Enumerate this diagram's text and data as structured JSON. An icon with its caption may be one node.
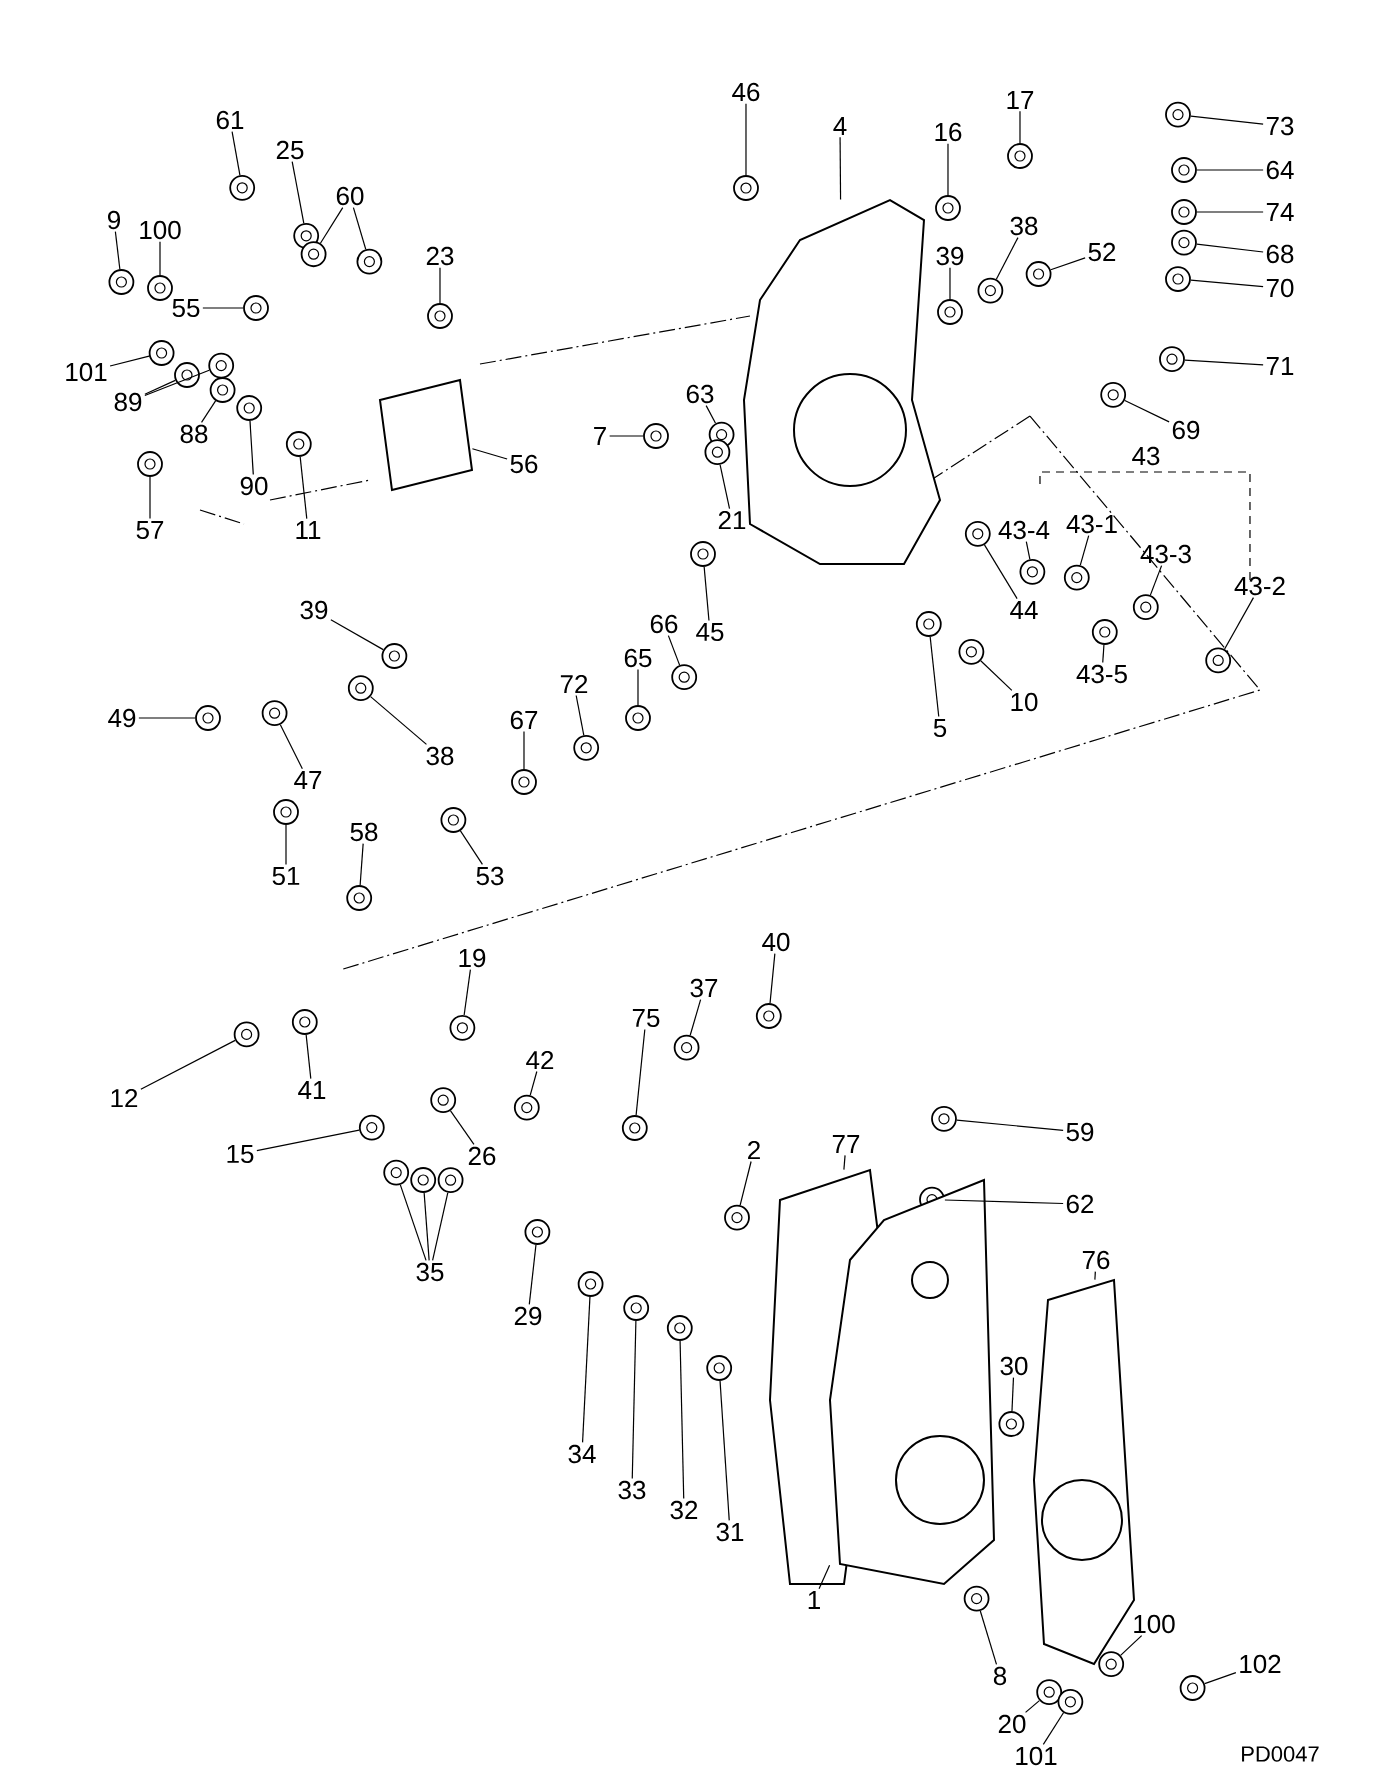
{
  "diagram": {
    "nodes": [
      {
        "text": [
          "61"
        ]
      },
      {
        "text": [
          "25"
        ]
      },
      {
        "text": [
          "60"
        ]
      },
      {
        "text": [
          "23"
        ]
      },
      {
        "text": [
          "9"
        ]
      },
      {
        "text": [
          "100"
        ]
      },
      {
        "text": [
          "55"
        ]
      },
      {
        "text": [
          "101"
        ]
      },
      {
        "text": [
          "89"
        ]
      },
      {
        "text": [
          "88"
        ]
      },
      {
        "text": [
          "90"
        ]
      },
      {
        "text": [
          "11"
        ]
      },
      {
        "text": [
          "57"
        ]
      },
      {
        "text": [
          "56"
        ]
      },
      {
        "text": [
          "46"
        ]
      },
      {
        "text": [
          "4"
        ]
      },
      {
        "text": [
          "16"
        ]
      },
      {
        "text": [
          "17"
        ]
      },
      {
        "text": [
          "38"
        ]
      },
      {
        "text": [
          "39"
        ]
      },
      {
        "text": [
          "52"
        ]
      },
      {
        "text": [
          "73"
        ]
      },
      {
        "text": [
          "64"
        ]
      },
      {
        "text": [
          "74"
        ]
      },
      {
        "text": [
          "68"
        ]
      },
      {
        "text": [
          "70"
        ]
      },
      {
        "text": [
          "71"
        ]
      },
      {
        "text": [
          "69"
        ]
      },
      {
        "text": [
          "43"
        ]
      },
      {
        "text": [
          "43-4"
        ]
      },
      {
        "text": [
          "43-1"
        ]
      },
      {
        "text": [
          "43-3"
        ]
      },
      {
        "text": [
          "43-2"
        ]
      },
      {
        "text": [
          "43-5"
        ]
      },
      {
        "text": [
          "7"
        ]
      },
      {
        "text": [
          "63"
        ]
      },
      {
        "text": [
          "21"
        ]
      },
      {
        "text": [
          "45"
        ]
      },
      {
        "text": [
          "44"
        ]
      },
      {
        "text": [
          "10"
        ]
      },
      {
        "text": [
          "5"
        ]
      },
      {
        "text": [
          "39"
        ]
      },
      {
        "text": [
          "38"
        ]
      },
      {
        "text": [
          "49"
        ]
      },
      {
        "text": [
          "47"
        ]
      },
      {
        "text": [
          "51"
        ]
      },
      {
        "text": [
          "66"
        ]
      },
      {
        "text": [
          "65"
        ]
      },
      {
        "text": [
          "72"
        ]
      },
      {
        "text": [
          "67"
        ]
      },
      {
        "text": [
          "53"
        ]
      },
      {
        "text": [
          "58"
        ]
      },
      {
        "text": [
          "40"
        ]
      },
      {
        "text": [
          "37"
        ]
      },
      {
        "text": [
          "75"
        ]
      },
      {
        "text": [
          "19"
        ]
      },
      {
        "text": [
          "42"
        ]
      },
      {
        "text": [
          "12"
        ]
      },
      {
        "text": [
          "41"
        ]
      },
      {
        "text": [
          "15"
        ]
      },
      {
        "text": [
          "26"
        ]
      },
      {
        "text": [
          "35"
        ]
      },
      {
        "text": [
          "29"
        ]
      },
      {
        "text": [
          "34"
        ]
      },
      {
        "text": [
          "33"
        ]
      },
      {
        "text": [
          "32"
        ]
      },
      {
        "text": [
          "31"
        ]
      },
      {
        "text": [
          "2"
        ]
      },
      {
        "text": [
          "59"
        ]
      },
      {
        "text": [
          "62"
        ]
      },
      {
        "text": [
          "77"
        ]
      },
      {
        "text": [
          "76"
        ]
      },
      {
        "text": [
          "30"
        ]
      },
      {
        "text": [
          "1"
        ]
      },
      {
        "text": [
          "8"
        ]
      },
      {
        "text": [
          "20"
        ]
      },
      {
        "text": [
          "101"
        ]
      },
      {
        "text": [
          "100"
        ]
      },
      {
        "text": [
          "102"
        ]
      },
      {
        "text": [],
        "shape": "picture"
      },
      {
        "text": [],
        "shape": "picture"
      },
      {
        "text": [],
        "shape": "picture"
      },
      {
        "text": [],
        "shape": "picture"
      },
      {
        "text": [],
        "shape": "picture"
      },
      {
        "text": [],
        "shape": "picture"
      },
      {
        "text": [],
        "shape": "picture"
      },
      {
        "text": [],
        "shape": "picture"
      },
      {
        "text": [],
        "shape": "picture"
      },
      {
        "text": [],
        "shape": "picture"
      },
      {
        "text": [],
        "shape": "picture"
      },
      {
        "text": [],
        "shape": "picture"
      },
      {
        "text": [],
        "shape": "picture"
      },
      {
        "text": [],
        "shape": "picture"
      },
      {
        "text": [],
        "shape": "picture"
      },
      {
        "text": [],
        "shape": "picture"
      },
      {
        "text": [],
        "shape": "picture"
      },
      {
        "text": [],
        "shape": "picture"
      },
      {
        "text": [],
        "shape": "picture"
      },
      {
        "text": [],
        "shape": "picture"
      },
      {
        "text": [],
        "shape": "picture"
      },
      {
        "text": [],
        "shape": "picture"
      },
      {
        "text": [],
        "shape": "picture"
      },
      {
        "text": [],
        "shape": "picture"
      },
      {
        "text": [],
        "shape": "picture"
      },
      {
        "text": [],
        "shape": "picture"
      },
      {
        "text": [],
        "shape": "picture"
      },
      {
        "text": [],
        "shape": "picture"
      },
      {
        "text": [],
        "shape": "picture"
      },
      {
        "text": [],
        "shape": "picture"
      },
      {
        "text": [],
        "shape": "picture"
      },
      {
        "text": [],
        "shape": "picture"
      },
      {
        "text": [],
        "shape": "picture"
      },
      {
        "text": [],
        "shape": "picture"
      },
      {
        "text": [],
        "shape": "picture"
      },
      {
        "text": [],
        "shape": "picture"
      },
      {
        "text": [],
        "shape": "picture"
      },
      {
        "text": [],
        "shape": "picture"
      },
      {
        "text": [],
        "shape": "picture"
      },
      {
        "text": [],
        "shape": "picture"
      },
      {
        "text": [],
        "shape": "picture"
      },
      {
        "text": [],
        "shape": "picture"
      },
      {
        "text": [],
        "shape": "picture"
      },
      {
        "text": [],
        "shape": "picture"
      },
      {
        "text": [],
        "shape": "picture"
      },
      {
        "text": [],
        "shape": "picture"
      },
      {
        "text": [],
        "shape": "picture"
      },
      {
        "text": [],
        "shape": "picture"
      },
      {
        "text": [],
        "shape": "picture"
      },
      {
        "text": [],
        "shape": "picture"
      },
      {
        "text": [],
        "shape": "picture"
      },
      {
        "text": [],
        "shape": "picture"
      },
      {
        "text": [],
        "shape": "picture"
      },
      {
        "text": [],
        "shape": "picture"
      },
      {
        "text": [],
        "shape": "picture"
      },
      {
        "text": [],
        "shape": "picture"
      },
      {
        "text": [],
        "shape": "picture"
      },
      {
        "text": [],
        "shape": "picture"
      },
      {
        "text": [],
        "shape": "picture"
      },
      {
        "text": [],
        "shape": "picture"
      },
      {
        "text": [],
        "shape": "picture"
      },
      {
        "text": [],
        "shape": "picture"
      },
      {
        "text": [],
        "shape": "picture"
      },
      {
        "text": [],
        "shape": "picture"
      },
      {
        "text": [],
        "shape": "picture"
      },
      {
        "text": [],
        "shape": "picture"
      },
      {
        "text": [],
        "shape": "picture"
      },
      {
        "text": [],
        "shape": "picture"
      },
      {
        "text": [],
        "shape": "picture"
      },
      {
        "text": [],
        "shape": "picture"
      },
      {
        "text": [],
        "shape": "picture"
      },
      {
        "text": [],
        "shape": "picture"
      },
      {
        "text": [],
        "shape": "picture"
      },
      {
        "text": [],
        "shape": "picture"
      },
      {
        "text": [],
        "shape": "picture"
      },
      {
        "text": [],
        "shape": "picture"
      },
      {
        "text": [],
        "shape": "picture"
      },
      {
        "text": [],
        "shape": "picture"
      },
      {
        "text": [],
        "shape": "picture"
      },
      {
        "text": [],
        "shape": "picture"
      },
      {
        "text": [],
        "shape": "picture"
      },
      {
        "text": [],
        "shape": "picture"
      }
    ],
    "edges": [
      {
        "from": 0,
        "to": 79,
        "arrow": "none"
      },
      {
        "from": 1,
        "to": 80,
        "arrow": "none"
      },
      {
        "from": 2,
        "to": 81,
        "arrow": "none"
      },
      {
        "from": 2,
        "to": 82,
        "arrow": "none"
      },
      {
        "from": 3,
        "to": 83,
        "arrow": "none"
      },
      {
        "from": 4,
        "to": 84,
        "arrow": "none"
      },
      {
        "from": 5,
        "to": 85,
        "arrow": "none"
      },
      {
        "from": 6,
        "to": 86,
        "arrow": "none"
      },
      {
        "from": 7,
        "to": 87,
        "arrow": "none"
      },
      {
        "from": 8,
        "to": 88,
        "arrow": "none"
      },
      {
        "from": 8,
        "to": 89,
        "arrow": "none"
      },
      {
        "from": 9,
        "to": 90,
        "arrow": "none"
      },
      {
        "from": 10,
        "to": 91,
        "arrow": "none"
      },
      {
        "from": 11,
        "to": 92,
        "arrow": "none"
      },
      {
        "from": 12,
        "to": 93,
        "arrow": "none"
      },
      {
        "from": 13,
        "to": 94,
        "arrow": "none"
      },
      {
        "from": 14,
        "to": 95,
        "arrow": "none"
      },
      {
        "from": 15,
        "to": 96,
        "arrow": "none"
      },
      {
        "from": 16,
        "to": 97,
        "arrow": "none"
      },
      {
        "from": 17,
        "to": 98,
        "arrow": "none"
      },
      {
        "from": 18,
        "to": 99,
        "arrow": "none"
      },
      {
        "from": 19,
        "to": 100,
        "arrow": "none"
      },
      {
        "from": 20,
        "to": 101,
        "arrow": "none"
      },
      {
        "from": 21,
        "to": 102,
        "arrow": "none"
      },
      {
        "from": 22,
        "to": 103,
        "arrow": "none"
      },
      {
        "from": 23,
        "to": 104,
        "arrow": "none"
      },
      {
        "from": 24,
        "to": 105,
        "arrow": "none"
      },
      {
        "from": 25,
        "to": 106,
        "arrow": "none"
      },
      {
        "from": 26,
        "to": 107,
        "arrow": "none"
      },
      {
        "from": 27,
        "to": 108,
        "arrow": "none"
      },
      {
        "from": 29,
        "to": 109,
        "arrow": "none"
      },
      {
        "from": 30,
        "to": 110,
        "arrow": "none"
      },
      {
        "from": 31,
        "to": 111,
        "arrow": "none"
      },
      {
        "from": 32,
        "to": 112,
        "arrow": "none"
      },
      {
        "from": 33,
        "to": 113,
        "arrow": "none"
      },
      {
        "from": 34,
        "to": 114,
        "arrow": "none"
      },
      {
        "from": 35,
        "to": 115,
        "arrow": "none"
      },
      {
        "from": 36,
        "to": 116,
        "arrow": "none"
      },
      {
        "from": 37,
        "to": 117,
        "arrow": "none"
      },
      {
        "from": 38,
        "to": 118,
        "arrow": "none"
      },
      {
        "from": 39,
        "to": 119,
        "arrow": "none"
      },
      {
        "from": 40,
        "to": 120,
        "arrow": "none"
      },
      {
        "from": 41,
        "to": 121,
        "arrow": "none"
      },
      {
        "from": 42,
        "to": 122,
        "arrow": "none"
      },
      {
        "from": 43,
        "to": 123,
        "arrow": "none"
      },
      {
        "from": 44,
        "to": 124,
        "arrow": "none"
      },
      {
        "from": 45,
        "to": 125,
        "arrow": "none"
      },
      {
        "from": 46,
        "to": 126,
        "arrow": "none"
      },
      {
        "from": 47,
        "to": 127,
        "arrow": "none"
      },
      {
        "from": 48,
        "to": 128,
        "arrow": "none"
      },
      {
        "from": 49,
        "to": 129,
        "arrow": "none"
      },
      {
        "from": 50,
        "to": 130,
        "arrow": "none"
      },
      {
        "from": 51,
        "to": 131,
        "arrow": "none"
      },
      {
        "from": 52,
        "to": 132,
        "arrow": "none"
      },
      {
        "from": 53,
        "to": 133,
        "arrow": "none"
      },
      {
        "from": 54,
        "to": 134,
        "arrow": "none"
      },
      {
        "from": 55,
        "to": 135,
        "arrow": "none"
      },
      {
        "from": 56,
        "to": 136,
        "arrow": "none"
      },
      {
        "from": 57,
        "to": 137,
        "arrow": "none"
      },
      {
        "from": 58,
        "to": 138,
        "arrow": "none"
      },
      {
        "from": 59,
        "to": 139,
        "arrow": "none"
      },
      {
        "from": 60,
        "to": 140,
        "arrow": "none"
      },
      {
        "from": 61,
        "to": 141,
        "arrow": "none"
      },
      {
        "from": 61,
        "to": 142,
        "arrow": "none"
      },
      {
        "from": 61,
        "to": 143,
        "arrow": "none"
      },
      {
        "from": 62,
        "to": 144,
        "arrow": "none"
      },
      {
        "from": 63,
        "to": 145,
        "arrow": "none"
      },
      {
        "from": 64,
        "to": 146,
        "arrow": "none"
      },
      {
        "from": 65,
        "to": 147,
        "arrow": "none"
      },
      {
        "from": 66,
        "to": 148,
        "arrow": "none"
      },
      {
        "from": 67,
        "to": 149,
        "arrow": "none"
      },
      {
        "from": 68,
        "to": 150,
        "arrow": "none"
      },
      {
        "from": 69,
        "to": 151,
        "arrow": "none"
      },
      {
        "from": 70,
        "to": 152,
        "arrow": "none"
      },
      {
        "from": 71,
        "to": 153,
        "arrow": "none"
      },
      {
        "from": 72,
        "to": 154,
        "arrow": "none"
      },
      {
        "from": 73,
        "to": 155,
        "arrow": "none"
      },
      {
        "from": 74,
        "to": 156,
        "arrow": "none"
      },
      {
        "from": 75,
        "to": 157,
        "arrow": "none"
      },
      {
        "from": 76,
        "to": 158,
        "arrow": "none"
      },
      {
        "from": 77,
        "to": 159,
        "arrow": "none"
      },
      {
        "from": 78,
        "to": 160,
        "arrow": "none"
      }
    ],
    "labels": [
      "PD0047"
    ]
  }
}
